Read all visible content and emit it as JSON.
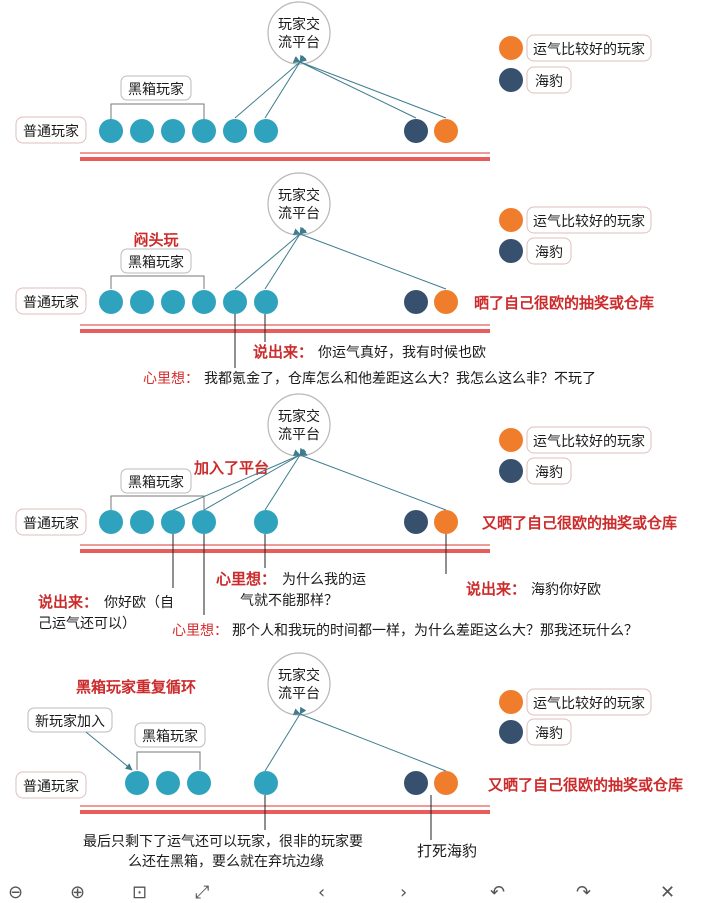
{
  "panels": [
    {
      "platform": [
        "玩家交",
        "流平台"
      ],
      "legend_lucky": "运气比较好的玩家",
      "legend_seal": "海豹",
      "ordinary": "普通玩家",
      "blackbox": "黑箱玩家"
    },
    {
      "platform": [
        "玩家交",
        "流平台"
      ],
      "legend_lucky": "运气比较好的玩家",
      "legend_seal": "海豹",
      "ordinary": "普通玩家",
      "blackbox": "黑箱玩家",
      "silent": "闷头玩",
      "show_off": "晒了自己很欧的抽奖或仓库",
      "say_label": "说出来：",
      "say_text": "你运气真好，我有时候也欧",
      "think_label": "心里想：",
      "think_text": "我都氪金了，仓库怎么和他差距这么大？我怎么这么非？不玩了"
    },
    {
      "platform": [
        "玩家交",
        "流平台"
      ],
      "legend_lucky": "运气比较好的玩家",
      "legend_seal": "海豹",
      "ordinary": "普通玩家",
      "blackbox": "黑箱玩家",
      "joined": "加入了平台",
      "show_off": "又晒了自己很欧的抽奖或仓库",
      "think1_label": "心里想：",
      "think1_line1": "为什么我的运",
      "think1_line2": "气就不能那样？",
      "say1_label": "说出来：",
      "say1_line1": "你好欧（自",
      "say1_line2": "己运气还可以）",
      "say2_label": "说出来：",
      "say2_text": "海豹你好欧",
      "think2_label": "心里想：",
      "think2_text": "那个人和我玩的时间都一样，为什么差距这么大？那我还玩什么？"
    },
    {
      "platform": [
        "玩家交",
        "流平台"
      ],
      "legend_lucky": "运气比较好的玩家",
      "legend_seal": "海豹",
      "ordinary": "普通玩家",
      "blackbox": "黑箱玩家",
      "cycle": "黑箱玩家重复循环",
      "new_player": "新玩家加入",
      "show_off": "又晒了自己很欧的抽奖或仓库",
      "bottom_line1": "最后只剩下了运气还可以玩家，很非的玩家要",
      "bottom_line2": "么还在黑箱，要么就在弃坑边缘",
      "kill_seal": "打死海豹"
    }
  ],
  "colors": {
    "teal": "#2fa3bd",
    "navy": "#36506d",
    "orange": "#ef7d2c",
    "red_text": "#cc2b2b",
    "ground": "#e85c5c",
    "arrow": "#3e7d8e"
  },
  "toolbar_icons": [
    "zoom-out-icon",
    "zoom-in-icon",
    "fit-icon",
    "fullscreen-icon",
    "prev-icon",
    "next-icon",
    "rotate-left-icon",
    "rotate-right-icon",
    "close-icon"
  ]
}
